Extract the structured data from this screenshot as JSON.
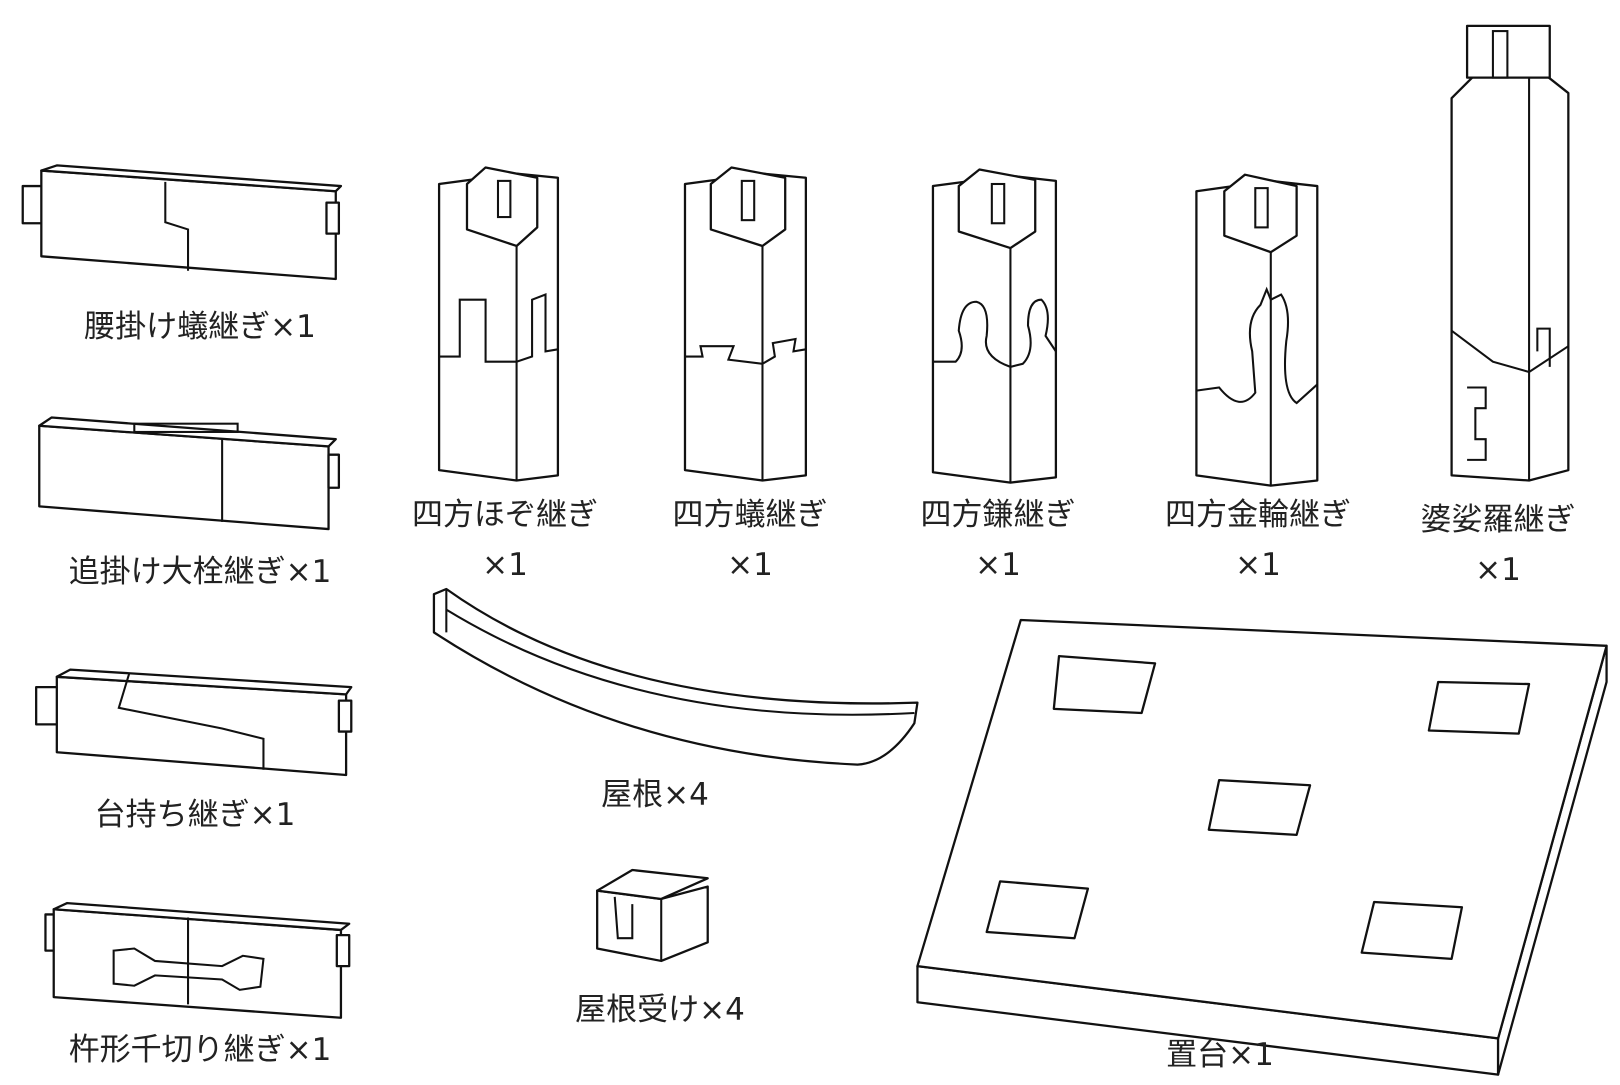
{
  "parts": {
    "koshikake": "腰掛け蟻継ぎ×1",
    "oikake": "追掛け大栓継ぎ×1",
    "daimochi": "台持ち継ぎ×1",
    "kinegata": "杵形千切り継ぎ×1",
    "shiho_hozo": [
      "四方ほぞ継ぎ",
      "×1"
    ],
    "shiho_ari": [
      "四方蟻継ぎ",
      "×1"
    ],
    "shiho_kama": [
      "四方鎌継ぎ",
      "×1"
    ],
    "shiho_kanawa": [
      "四方金輪継ぎ",
      "×1"
    ],
    "shagara": [
      "婆娑羅継ぎ",
      "×1"
    ],
    "yane": "屋根×4",
    "yaneuke": "屋根受け×4",
    "okidai": "置台×1"
  }
}
